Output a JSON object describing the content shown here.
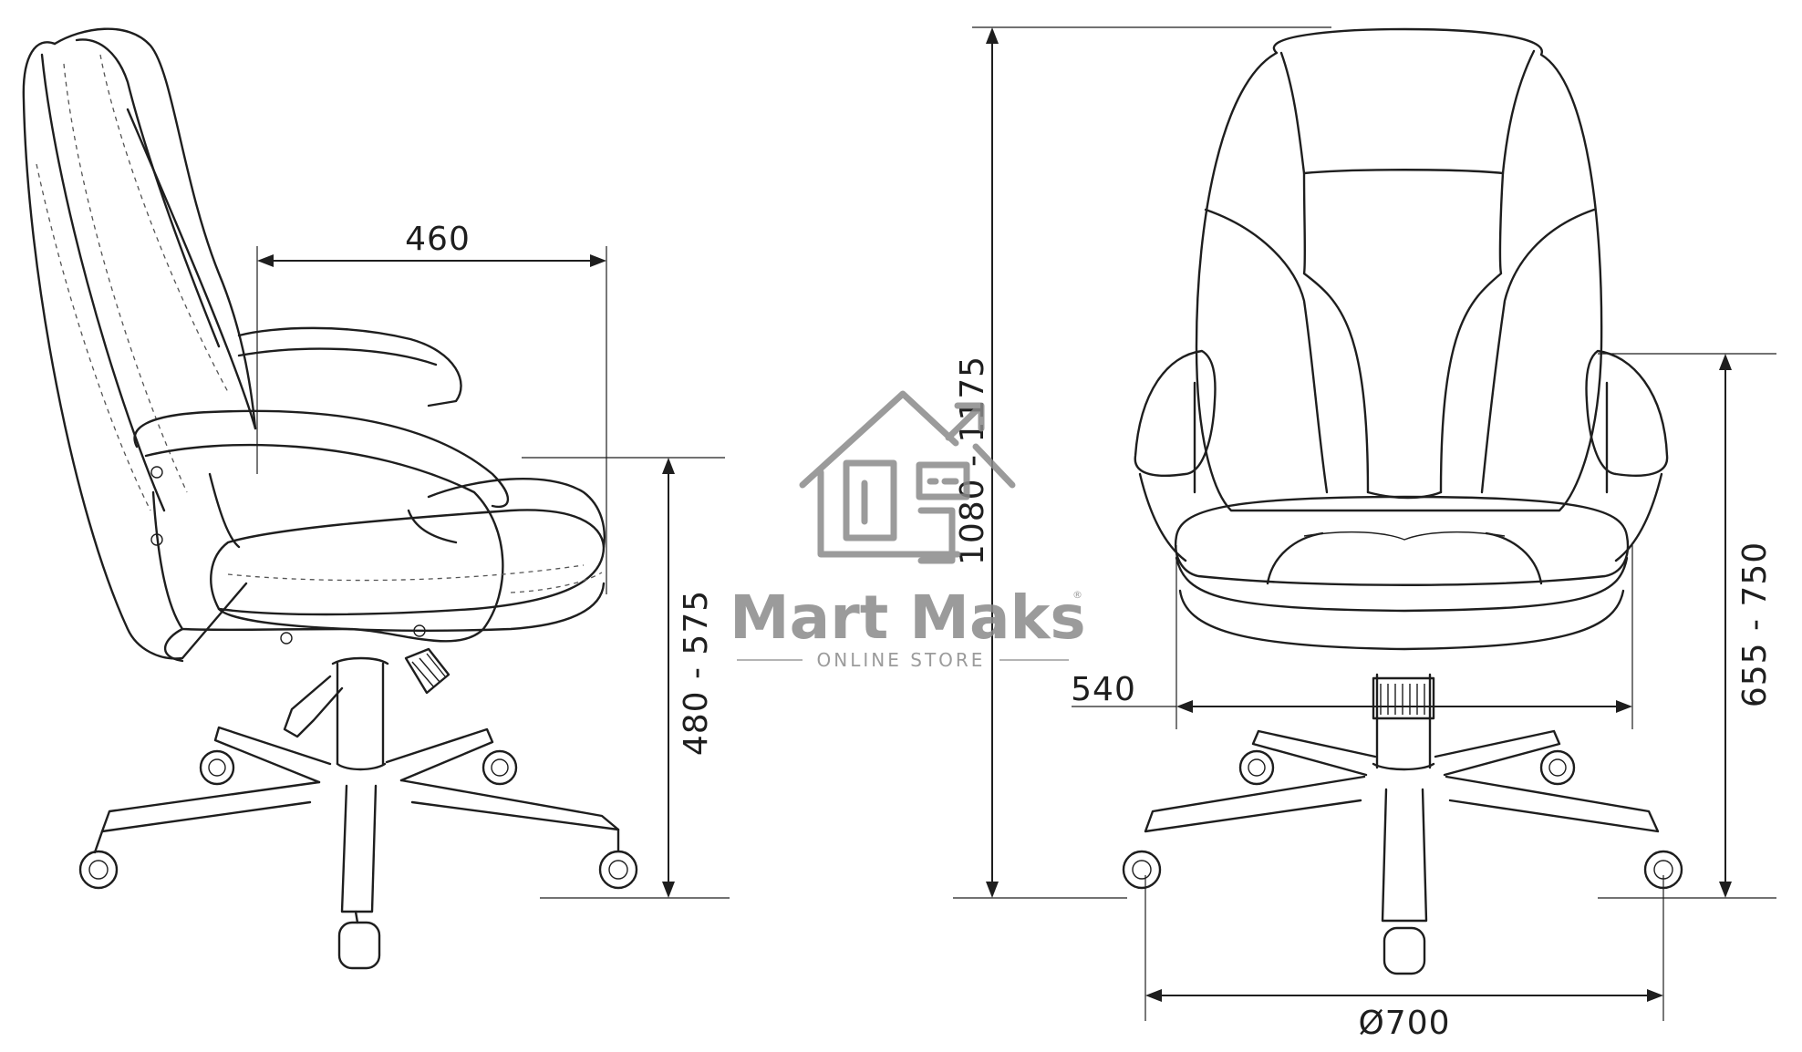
{
  "dimensions": {
    "seat_depth": "460",
    "seat_height": "480 - 575",
    "total_height": "1080 - 1175",
    "seat_width": "540",
    "armrest_height": "655 - 750",
    "base_diameter": "Ø700"
  },
  "watermark": {
    "brand": "Mart Maks",
    "tagline": "ONLINE STORE",
    "registered": "®"
  }
}
